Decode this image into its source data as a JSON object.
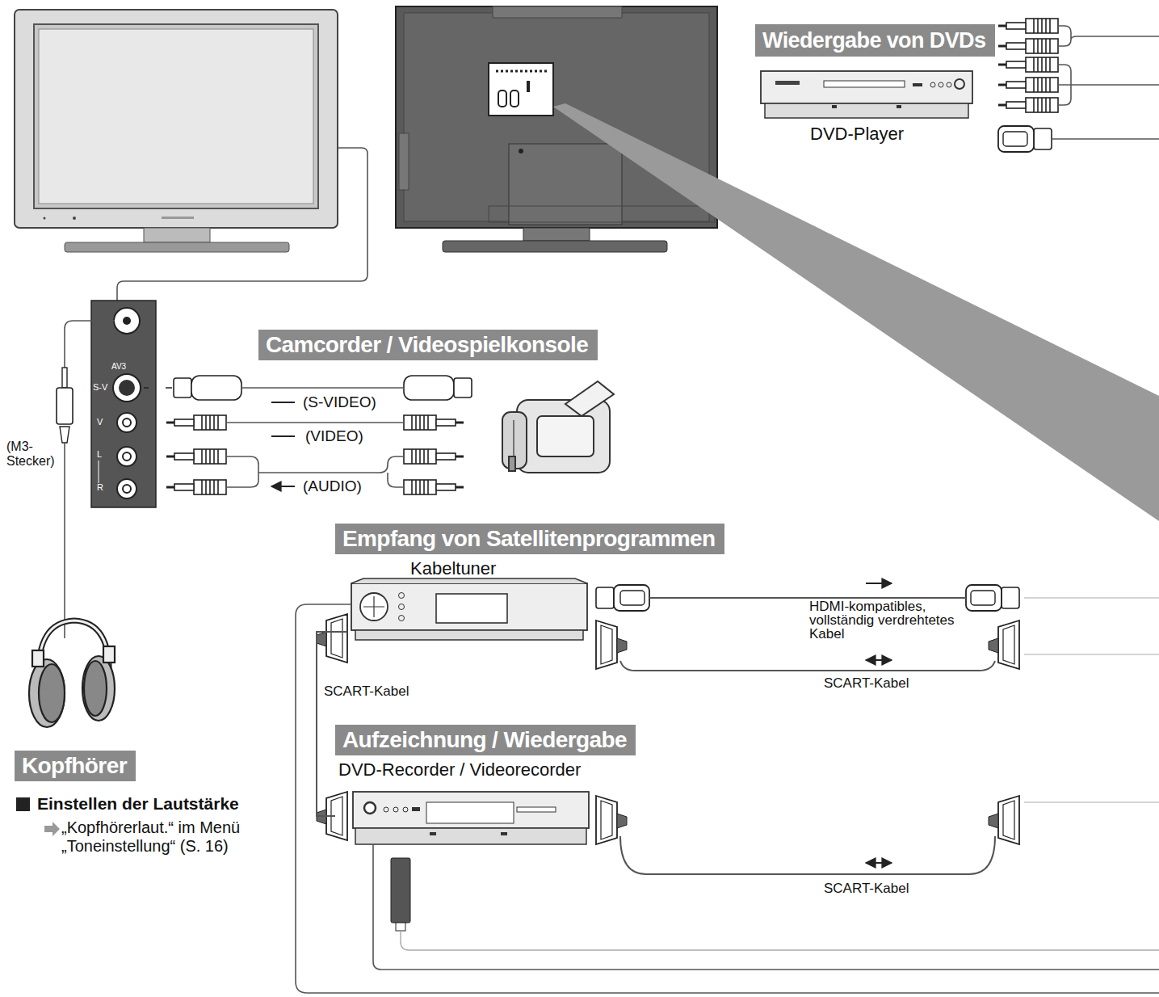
{
  "diagram": {
    "nodes": [
      {
        "text": [
          "Wiedergabe von DVDs"
        ]
      },
      {
        "text": [
          "DVD-Player"
        ]
      },
      {
        "text": [
          "AV3",
          "S-V",
          "V",
          "L",
          "R"
        ]
      },
      {
        "text": [
          "Camcorder / Videospielkonsole"
        ]
      },
      {
        "text": [
          "Empfang von Satellitenprogrammen"
        ]
      },
      {
        "text": [
          "Kabeltuner"
        ]
      },
      {
        "text": [
          "Aufzeichnung / Wiedergabe"
        ]
      },
      {
        "text": [
          "DVD-Recorder / Videorecorder"
        ]
      },
      {
        "text": [
          "Kopfhörer"
        ]
      }
    ],
    "edges": [
      {
        "from": 5,
        "to": 7,
        "arrow": "none",
        "label": "SCART-Kabel"
      }
    ],
    "labels": [
      "(S-VIDEO)",
      "(VIDEO)",
      "(AUDIO)",
      "(M3- Stecker)",
      "HDMI-kompatibles, vollständig verdrehtetes Kabel",
      "SCART-Kabel",
      "SCART-Kabel",
      "Einstellen der Lautstärke",
      "„Kopfhörerlaut.“ im Menü „Toneinstellung“ (S. 16)"
    ]
  }
}
